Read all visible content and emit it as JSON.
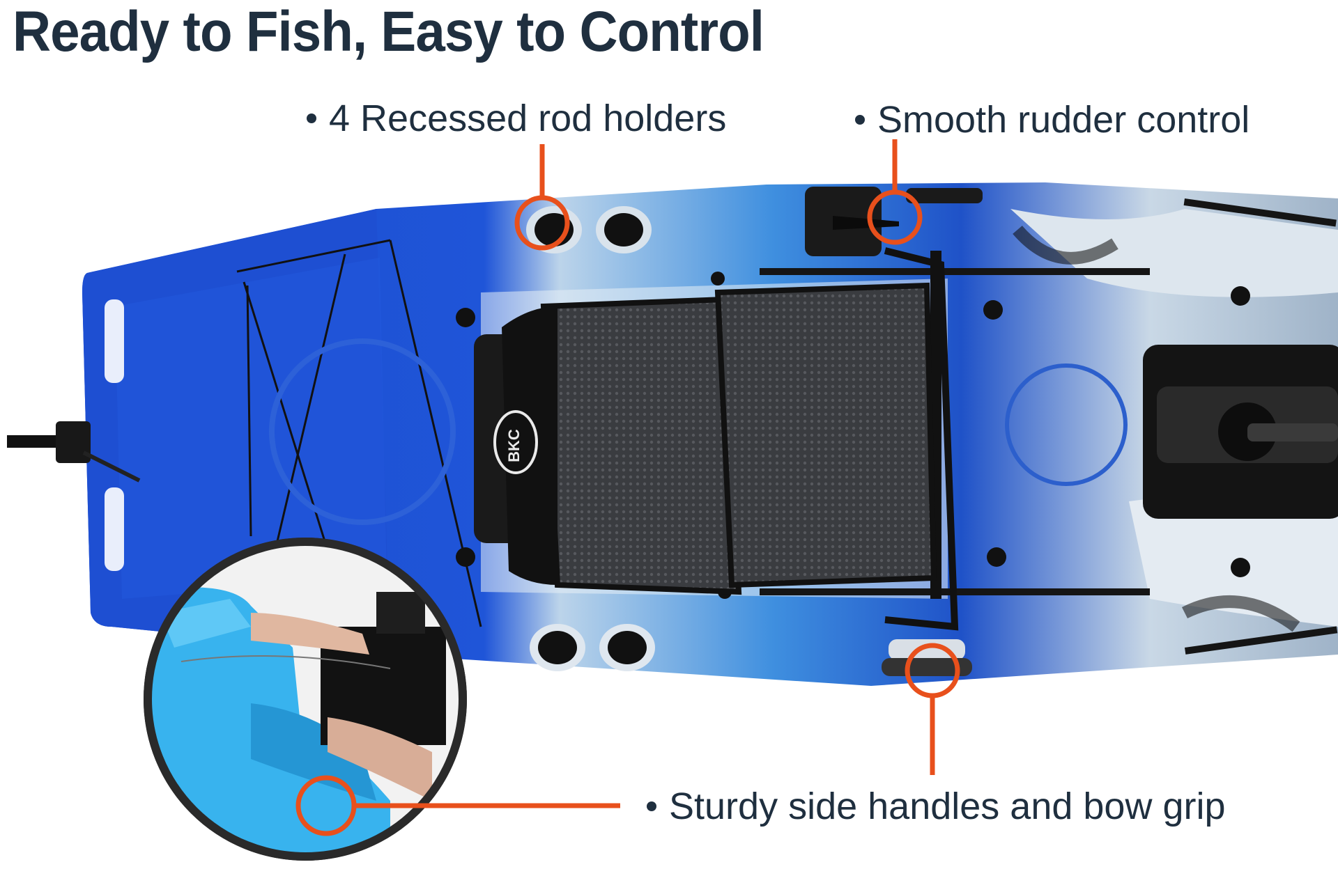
{
  "title": "Ready to Fish, Easy to Control",
  "callouts": [
    {
      "id": "rod-holders",
      "label": "4 Recessed rod holders"
    },
    {
      "id": "rudder",
      "label": "Smooth rudder control"
    },
    {
      "id": "handles",
      "label": "Sturdy side handles and bow grip"
    }
  ],
  "brand_mark": "BKC",
  "colors": {
    "heading": "#1f2f3f",
    "accent": "#e8501c",
    "hull_blue": "#1f4fd0",
    "hull_light": "#4aa7e8",
    "inset_blue": "#38b3ee"
  }
}
